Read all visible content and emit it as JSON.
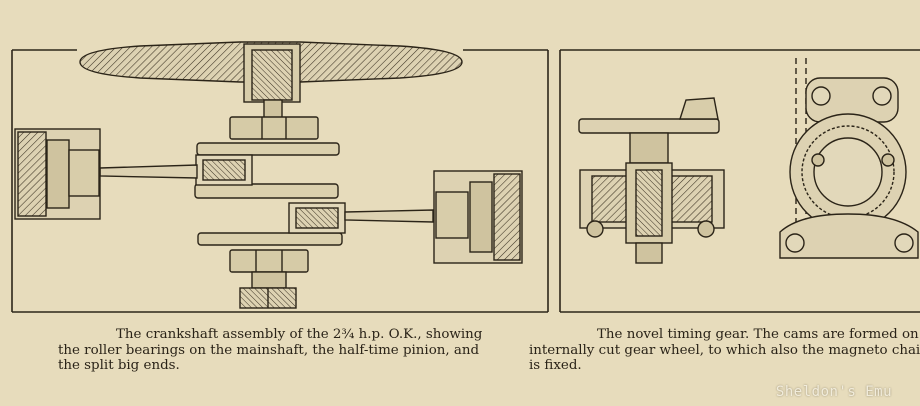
{
  "captions": {
    "left": {
      "lines": [
        "The crankshaft assembly of the 2¾ h.p. O.K., showing",
        "the roller bearings on the mainshaft, the half-time pinion, and",
        "the split big ends."
      ]
    },
    "right": {
      "lines": [
        "The novel timing gear.  The cams are formed on a",
        "internally cut gear wheel, to which also the magneto chain sprock",
        "is fixed."
      ]
    }
  },
  "watermark": "Sheldon's Emu",
  "colors": {
    "paper": "#e7dcbc",
    "ink": "#2b2418",
    "metal": "#d9cfb0"
  }
}
